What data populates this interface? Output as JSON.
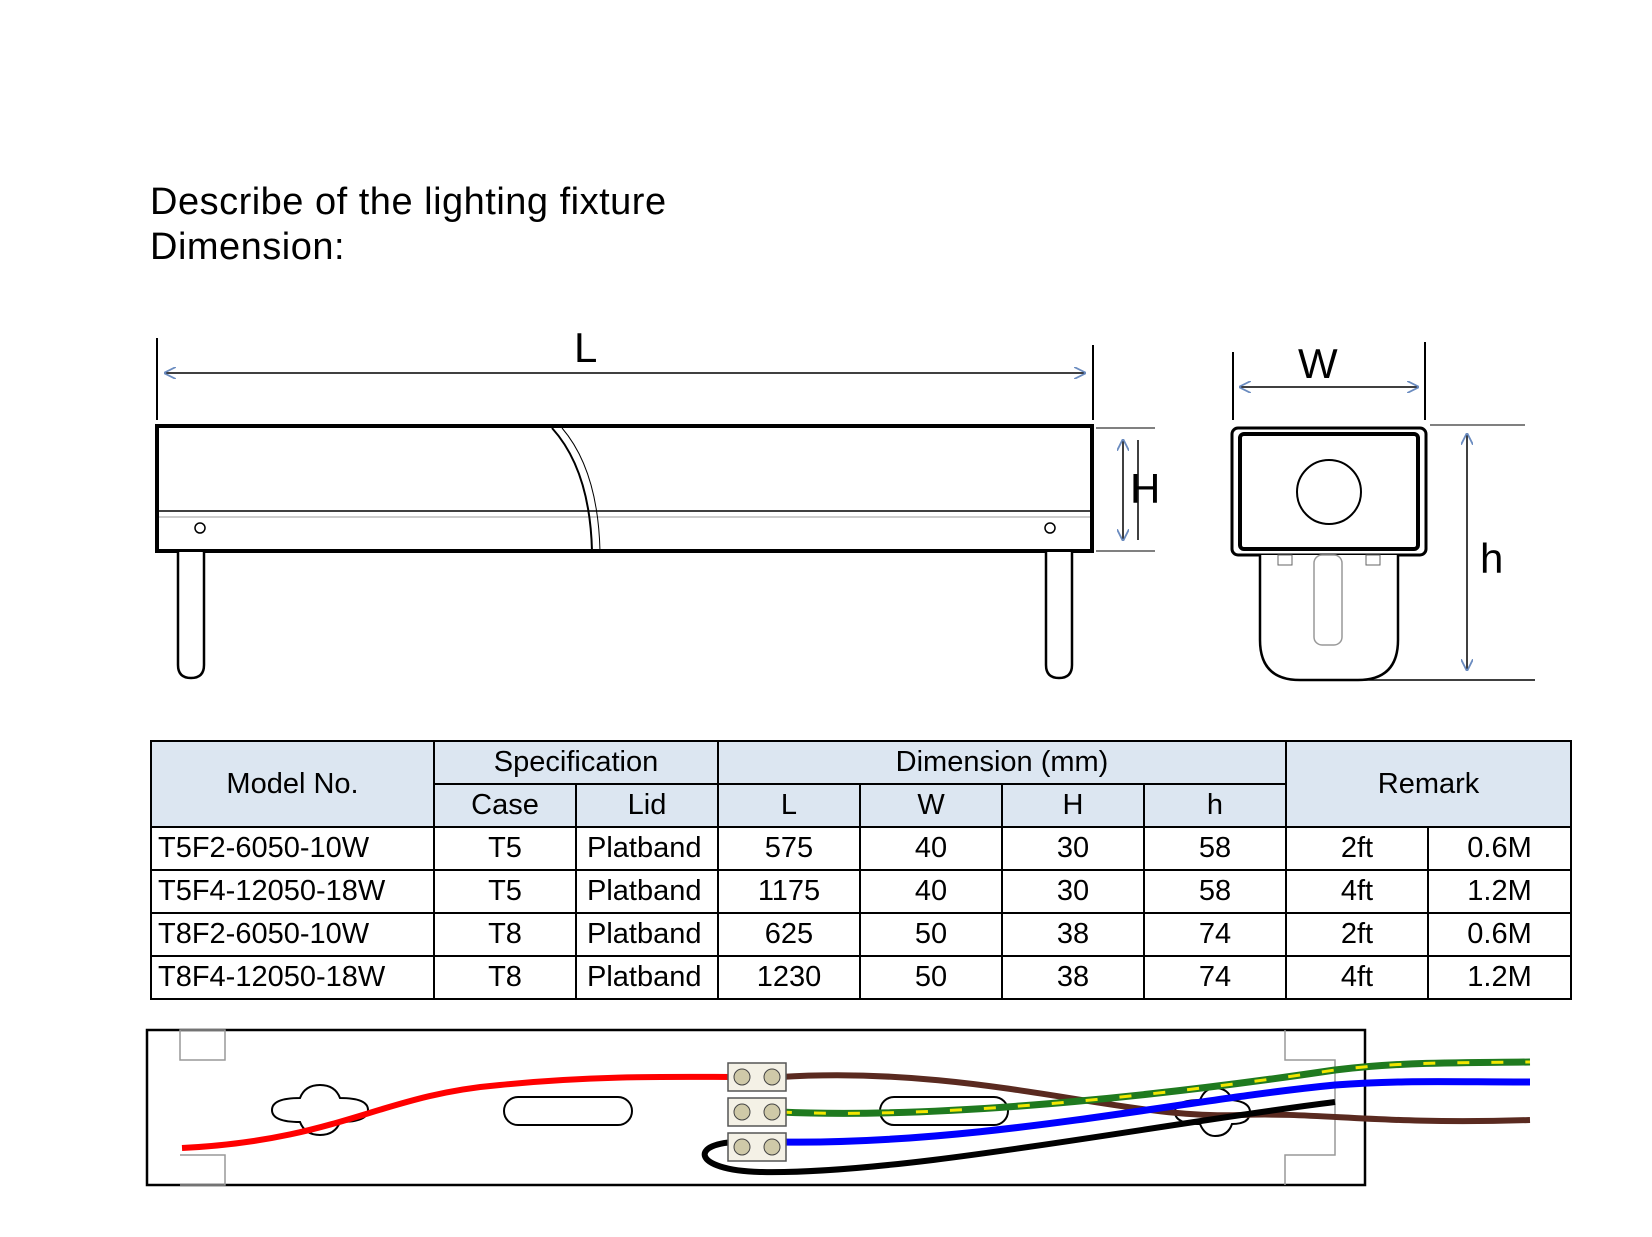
{
  "heading": {
    "line1": "Describe of the lighting fixture",
    "line2": "Dimension:"
  },
  "diagram": {
    "length_label": "L",
    "width_label": "W",
    "height_label": "H",
    "total_height_label": "h"
  },
  "table": {
    "header": {
      "model": "Model No.",
      "specification": "Specification",
      "case": "Case",
      "lid": "Lid",
      "dimension": "Dimension (mm)",
      "L": "L",
      "W": "W",
      "H": "H",
      "h": "h",
      "remark": "Remark"
    },
    "rows": [
      {
        "model": "T5F2-6050-10W",
        "case": "T5",
        "lid": "Platband",
        "L": "575",
        "W": "40",
        "H": "30",
        "h": "58",
        "remark_ft": "2ft",
        "remark_m": "0.6M"
      },
      {
        "model": "T5F4-12050-18W",
        "case": "T5",
        "lid": "Platband",
        "L": "1175",
        "W": "40",
        "H": "30",
        "h": "58",
        "remark_ft": "4ft",
        "remark_m": "1.2M"
      },
      {
        "model": "T8F2-6050-10W",
        "case": "T8",
        "lid": "Platband",
        "L": "625",
        "W": "50",
        "H": "38",
        "h": "74",
        "remark_ft": "2ft",
        "remark_m": "0.6M"
      },
      {
        "model": "T8F4-12050-18W",
        "case": "T8",
        "lid": "Platband",
        "L": "1230",
        "W": "50",
        "H": "38",
        "h": "74",
        "remark_ft": "4ft",
        "remark_m": "1.2M"
      }
    ]
  },
  "wiring": {
    "colors": {
      "live": "#ff0000",
      "brown": "#5a2a20",
      "earth_green": "#1f7a1f",
      "earth_yellow": "#f2e600",
      "neutral": "#0000ff",
      "black": "#000000"
    }
  }
}
